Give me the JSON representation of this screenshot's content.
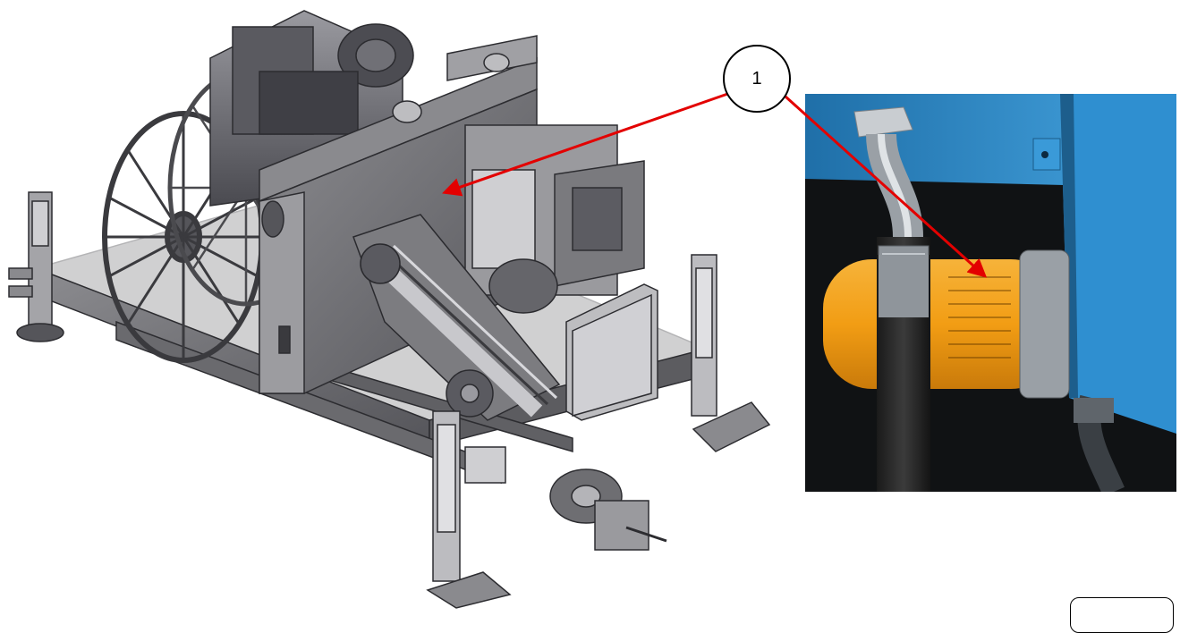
{
  "callout": {
    "label": "1"
  },
  "colors": {
    "machine_body": "#6e6e72",
    "machine_dark": "#3c3c40",
    "machine_light": "#b8b8bc",
    "arrow": "#e30000",
    "photo_blue": "#2f8fd0",
    "filter_orange": "#f0a21e"
  },
  "icons": {
    "machine": "drilling-rig-illustration",
    "photo": "oil-filter-photo"
  }
}
